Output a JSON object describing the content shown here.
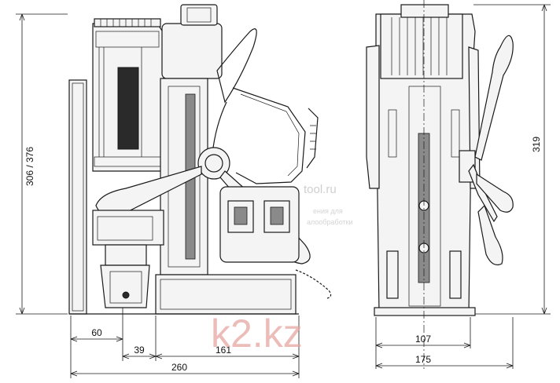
{
  "dimensions": {
    "total_height": "306 / 376",
    "offset_60": "60",
    "offset_39": "39",
    "base_161": "161",
    "overall_260": "260",
    "side_width_107": "107",
    "side_overall_175": "175",
    "side_height_319": "319"
  },
  "watermarks": {
    "main": "k2.kz",
    "site": "tool.ru",
    "line1": "ения для",
    "line2": "алообработки"
  }
}
